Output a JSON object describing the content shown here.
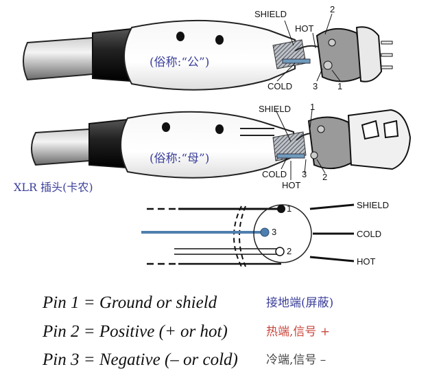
{
  "connector_male": {
    "caption": "(俗称:“公”)",
    "labels": {
      "shield": "SHIELD",
      "hot": "HOT",
      "cold": "COLD",
      "pin2": "2",
      "pin3": "3",
      "pin1": "1"
    }
  },
  "connector_female": {
    "caption": "(俗称:“母”)",
    "labels": {
      "shield": "SHIELD",
      "cold": "COLD",
      "hot": "HOT",
      "pin1": "1",
      "pin3": "3",
      "pin2": "2"
    }
  },
  "title_cn": "XLR 插头(卡农)",
  "schematic": {
    "pins": {
      "p1": "1",
      "p3": "3",
      "p2": "2"
    },
    "wires": {
      "shield": "SHIELD",
      "cold": "COLD",
      "hot": "HOT"
    }
  },
  "legend": [
    {
      "en": "Pin 1 = Ground or shield",
      "zh": "接地端(屏蔽)",
      "zh_color": "#3b3f9a"
    },
    {
      "en": "Pin 2 = Positive (+ or hot)",
      "zh": "热端,信号 +",
      "zh_color": "#c8463c"
    },
    {
      "en": "Pin 3 = Negative (– or cold)",
      "zh": "冷端,信号 –",
      "zh_color": "#444444"
    }
  ]
}
